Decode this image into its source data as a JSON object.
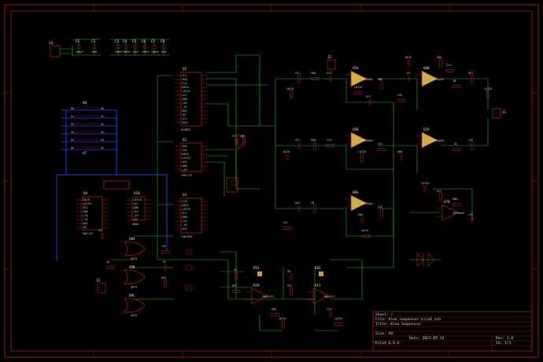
{
  "colors": {
    "background": "#000000",
    "border": "#9a1a1a",
    "wire": "#1fb81f",
    "component": "#b01818",
    "bus": "#2a3cff",
    "opamp_fill": "#c9b33a",
    "text": "#d9d9d9"
  },
  "labels": {
    "header_caps": [
      "C1",
      "C2",
      "C3",
      "C4",
      "C5",
      "C6",
      "C7",
      "C8"
    ],
    "cap_values": [
      "100uF",
      "10uF",
      "100nF"
    ],
    "mux_top": "HC4051",
    "mux_mid": "74HC173",
    "sr": "74HC595",
    "mux_a": "74HC157",
    "mux_b": "4066",
    "regs": [
      "U1",
      "U2",
      "U3",
      "U4"
    ],
    "opamps": [
      "U5A",
      "U5B",
      "U6A",
      "U6B",
      "U7A",
      "U7B",
      "U8A"
    ],
    "opamp_part": "MCP6002",
    "gates": [
      "U9A",
      "U9B",
      "U9C"
    ],
    "gate_part": "4075",
    "dacs": [
      "U10",
      "U11"
    ],
    "dac_part": "MAX5217",
    "pot_refs": [
      "RV1",
      "RV2"
    ],
    "jacks": [
      "J1",
      "J2",
      "J3"
    ],
    "left_connector": "J4",
    "bus_labels": [
      "A0",
      "A1",
      "A2",
      "A3",
      "A4",
      "A5",
      "A6",
      "A7"
    ],
    "small_text": [
      "SCL",
      "SDA",
      "CLK",
      "DATA",
      "LATCH",
      "VCC",
      "GND",
      "+5V",
      "-5V",
      "OUT",
      "IN"
    ]
  },
  "title_block": {
    "lines": [
      "Sheet: /",
      "File: klee_sequencer.kicad_sch",
      "Title: Klee Sequencer",
      "Size: A4",
      "Date: 2021-05-14",
      "KiCad E.D.A.",
      "Rev: 1.0",
      "Id: 1/1"
    ]
  }
}
